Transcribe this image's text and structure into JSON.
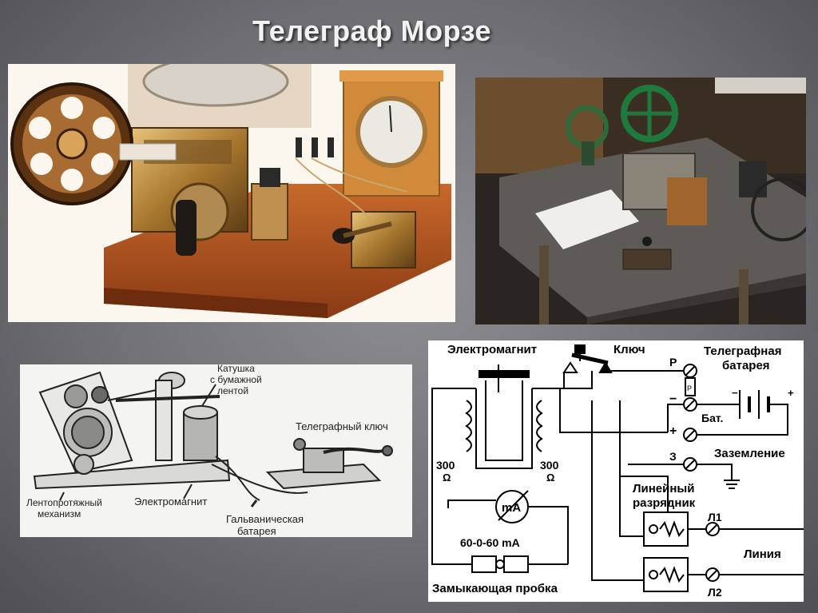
{
  "slide": {
    "title": "Телеграф Морзе"
  },
  "sketch": {
    "coil_label_l1": "Катушка",
    "coil_label_l2": "с бумажной",
    "coil_label_l3": "лентой",
    "key_label": "Телеграфный ключ",
    "tape_label_l1": "Лентопротяжный",
    "tape_label_l2": "механизм",
    "electromagnet_label": "Электромагнит",
    "battery_label_l1": "Гальваническая",
    "battery_label_l2": "батарея"
  },
  "circuit": {
    "electromagnet": "Электромагнит",
    "key": "Ключ",
    "battery_l1": "Телеграфная",
    "battery_l2": "батарея",
    "term_p": "Р",
    "term_minus": "−",
    "term_p_small": "Р",
    "term_bat": "Бат.",
    "term_plus": "+",
    "term_z": "З",
    "ground": "Заземление",
    "res_left": "300",
    "res_left_unit": "Ω",
    "res_right": "300",
    "res_right_unit": "Ω",
    "meter_unit": "mA",
    "meter_scale": "60-0-60 mA",
    "arrester_l1": "Линейный",
    "arrester_l2": "разрядник",
    "l1": "Л1",
    "line": "Линия",
    "l2": "Л2",
    "plug": "Замыкающая пробка",
    "bat_plus": "+",
    "bat_minus": "−"
  }
}
